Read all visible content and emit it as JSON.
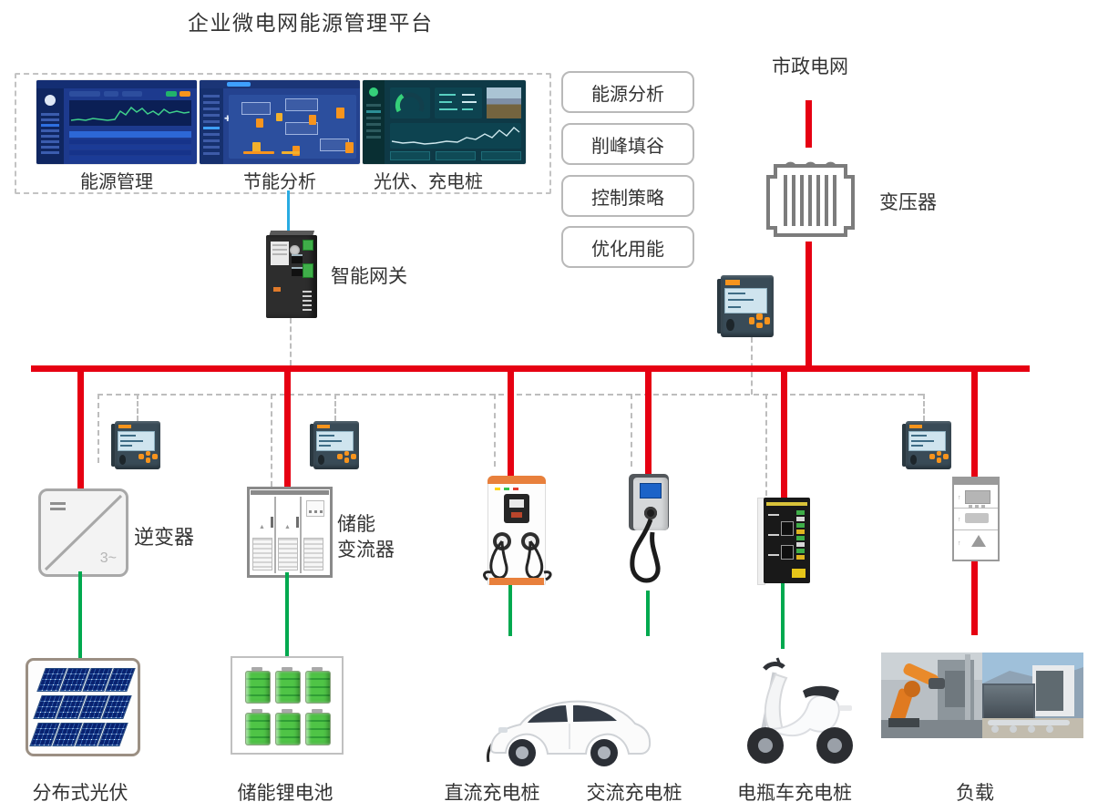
{
  "title": "企业微电网能源管理平台",
  "colors": {
    "power_red": "#e60012",
    "dc_green": "#00a94f",
    "comm_blue": "#29abe2",
    "dash_gray": "#bdbdbd"
  },
  "platform": {
    "screens": [
      {
        "label": "能源管理"
      },
      {
        "label": "节能分析"
      },
      {
        "label": "光伏、充电桩"
      }
    ],
    "functions": [
      {
        "label": "能源分析"
      },
      {
        "label": "削峰填谷"
      },
      {
        "label": "控制策略"
      },
      {
        "label": "优化用能"
      }
    ]
  },
  "grid": {
    "label": "市政电网"
  },
  "transformer": {
    "label": "变压器"
  },
  "gateway": {
    "label": "智能网关"
  },
  "inverter": {
    "label": "逆变器",
    "dc_mark": "",
    "ac_mark": "3~"
  },
  "pcs": {
    "label_line1": "储能",
    "label_line2": "变流器"
  },
  "devices": {
    "pv": {
      "label": "分布式光伏"
    },
    "battery": {
      "label": "储能锂电池"
    },
    "dc_charger": {
      "label": "直流充电桩"
    },
    "ac_charger": {
      "label": "交流充电桩"
    },
    "ebike_charger": {
      "label": "电瓶车充电桩"
    },
    "load": {
      "label": "负载"
    }
  }
}
